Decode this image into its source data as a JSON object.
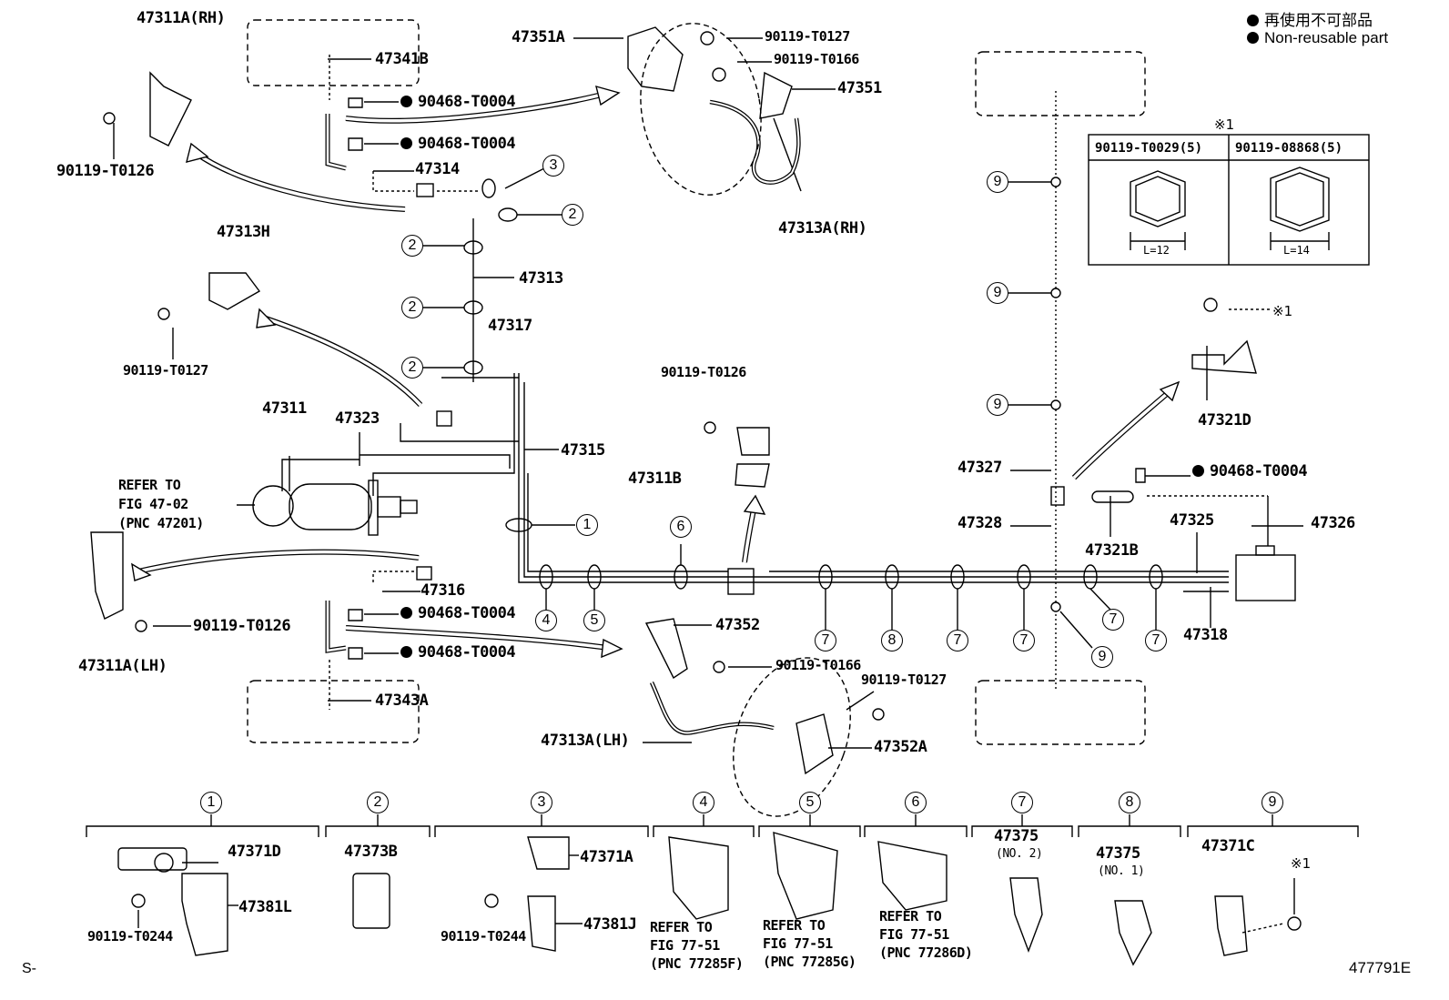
{
  "legend": {
    "jp": "再使用不可部品",
    "en": "Non-reusable part"
  },
  "table": {
    "mark": "※1",
    "col1": "90119-T0029(5)",
    "col2": "90119-08868(5)",
    "len1": "L=12",
    "len2": "L=14"
  },
  "parts": {
    "p47311A_RH": "47311A(RH)",
    "p47341B": "47341B",
    "p90468_a": "90468-T0004",
    "p90468_b": "90468-T0004",
    "p47314": "47314",
    "p90119_T0126_a": "90119-T0126",
    "p47351A": "47351A",
    "p90119_T0127_a": "90119-T0127",
    "p90119_T0166_a": "90119-T0166",
    "p47351": "47351",
    "p47313A_RH": "47313A(RH)",
    "p47313H": "47313H",
    "p47313": "47313",
    "p90119_T0127_b": "90119-T0127",
    "p47317": "47317",
    "p47311": "47311",
    "p47323": "47323",
    "p47315": "47315",
    "refer1_l1": "REFER TO",
    "refer1_l2": "FIG 47-02",
    "refer1_l3": "(PNC 47201)",
    "p90119_T0126_b": "90119-T0126",
    "p47311B": "47311B",
    "p47316": "47316",
    "p90468_c": "90468-T0004",
    "p90468_d": "90468-T0004",
    "p90119_T0126_c": "90119-T0126",
    "p47311A_LH": "47311A(LH)",
    "p47343A": "47343A",
    "p47352": "47352",
    "p90119_T0166_b": "90119-T0166",
    "p90119_T0127_c": "90119-T0127",
    "p47313A_LH": "47313A(LH)",
    "p47352A": "47352A",
    "p47321D": "47321D",
    "p47327": "47327",
    "p90468_e": "90468-T0004",
    "p47328": "47328",
    "p47321B": "47321B",
    "p47325": "47325",
    "p47326": "47326",
    "p47318": "47318",
    "kome1": "※1"
  },
  "callouts": {
    "c1": "1",
    "c2": "2",
    "c3": "3",
    "c4": "4",
    "c5": "5",
    "c6": "6",
    "c7": "7",
    "c8": "8",
    "c9": "9"
  },
  "bottom": {
    "g1": "1",
    "g2": "2",
    "g3": "3",
    "g4": "4",
    "g5": "5",
    "g6": "6",
    "g7": "7",
    "g8": "8",
    "g9": "9",
    "p47371D": "47371D",
    "p47381L": "47381L",
    "p90119_T0244_a": "90119-T0244",
    "p47373B": "47373B",
    "p47371A": "47371A",
    "p47381J": "47381J",
    "p90119_T0244_b": "90119-T0244",
    "ref4_l1": "REFER TO",
    "ref4_l2": "FIG 77-51",
    "ref4_l3": "(PNC 77285F)",
    "ref5_l1": "REFER TO",
    "ref5_l2": "FIG 77-51",
    "ref5_l3": "(PNC 77285G)",
    "ref6_l1": "REFER TO",
    "ref6_l2": "FIG 77-51",
    "ref6_l3": "(PNC 77286D)",
    "p47375_no2": "47375",
    "no2": "(NO. 2)",
    "p47375_no1": "47375",
    "no1": "(NO. 1)",
    "p47371C": "47371C",
    "kome": "※1"
  },
  "footer": {
    "left": "S-",
    "code": "477791E"
  }
}
